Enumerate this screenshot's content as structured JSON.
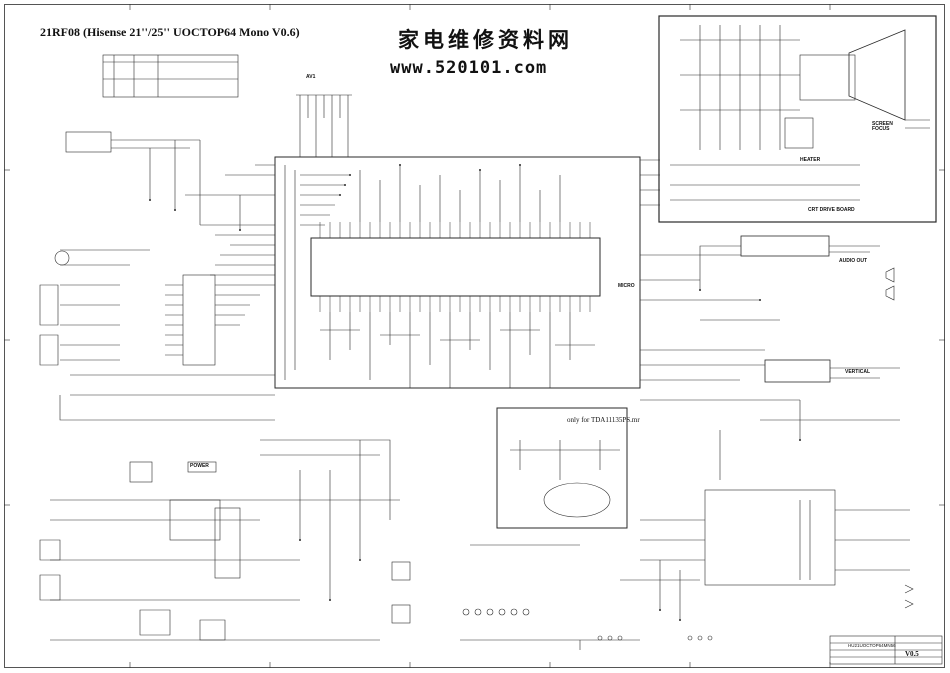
{
  "drawing": {
    "title": "21RF08 (Hisense 21''/25'' UOCTOP64 Mono V0.6)",
    "watermark_cn": "家电维修资料网",
    "watermark_url": "www.520101.com"
  },
  "blocks": {
    "crt_drive_board": "CRT DRIVE BOARD",
    "heater": "HEATER",
    "screen_focus": "SCREEN FOCUS",
    "audio_out": "AUDIO OUT",
    "vertical": "VERTICAL",
    "power": "POWER",
    "only_for": "only for TDA11135PS.mr",
    "micro": "MICRO",
    "av1": "AV1"
  },
  "title_block": {
    "drawing_no": "HU21UOCTOP64MN56",
    "version": "V0.5"
  },
  "colors": {
    "line": "#2a2a2a",
    "background": "#ffffff",
    "box": "#000000"
  }
}
